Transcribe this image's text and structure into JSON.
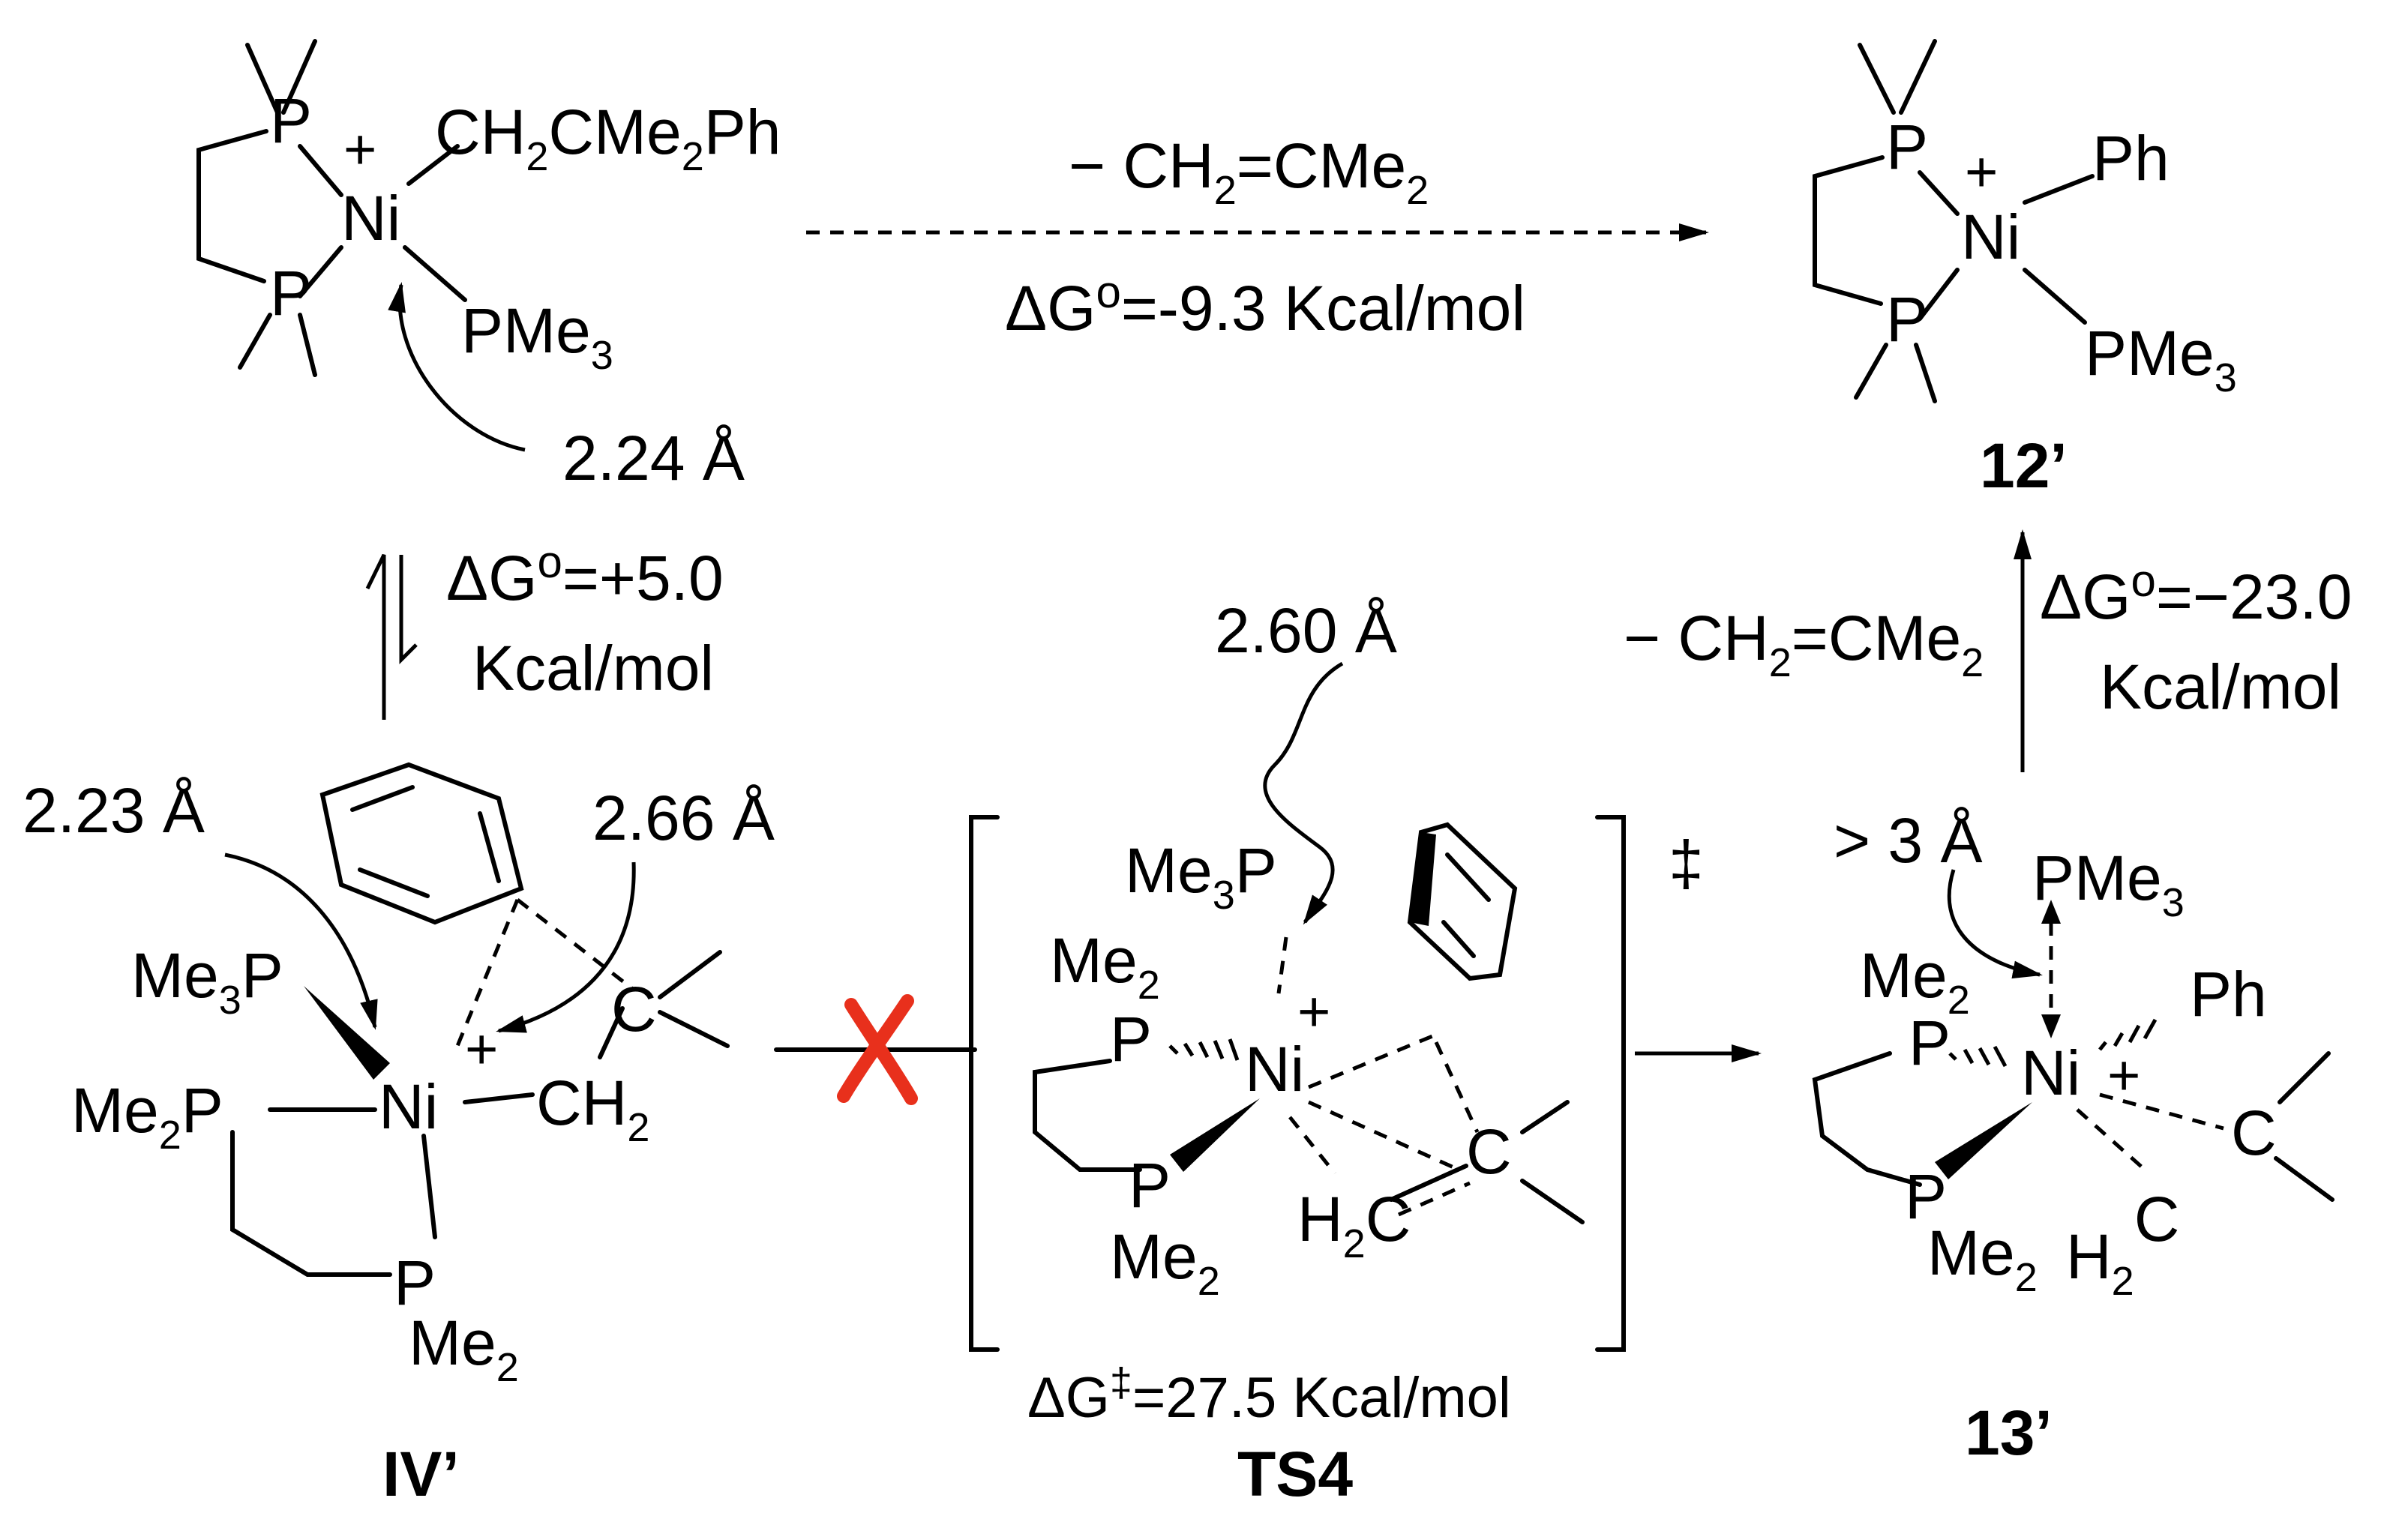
{
  "colors": {
    "ink": "#000000",
    "forbidden_mark": "#e8301c"
  },
  "compound_top_left": {
    "P": "P",
    "Ni": "Ni",
    "charge": "+",
    "alkyl": "CH",
    "alkyl_sub": "2",
    "alkyl_rest": "CMe",
    "alkyl_sub2": "2",
    "alkyl_end": "Ph",
    "pme3": "PMe",
    "pme3_sub": "3",
    "distance": "2.24 Å"
  },
  "top_arrow": {
    "loss": "− CH",
    "loss_sub": "2",
    "loss_rest": "=CMe",
    "loss_sub2": "2",
    "energy": "ΔG",
    "energy_sup": "o",
    "energy_rest": "=-9.3 Kcal/mol"
  },
  "compound_12": {
    "P": "P",
    "Ni": "Ni",
    "charge": "+",
    "ph": "Ph",
    "pme3": "PMe",
    "pme3_sub": "3",
    "label": "12’"
  },
  "left_equilibrium": {
    "energy": "ΔG",
    "energy_sup": "o",
    "energy_rest": "=+5.0",
    "unit": "Kcal/mol"
  },
  "right_step": {
    "loss": "− CH",
    "loss_sub": "2",
    "loss_rest": "=CMe",
    "loss_sub2": "2",
    "energy": "ΔG",
    "energy_sup": "o",
    "energy_rest": "=−23.0",
    "unit": "Kcal/mol"
  },
  "compound_IV": {
    "d1": "2.23 Å",
    "d2": "2.66 Å",
    "me3p": "Me",
    "me3p_sub": "3",
    "me3p_end": "P",
    "ni": "Ni",
    "charge": "+",
    "me2p": "Me",
    "me2p_sub": "2",
    "me2p_end": "P",
    "c": "C",
    "ch2": "CH",
    "ch2_sub": "2",
    "p_low": "P",
    "me2_low": "Me",
    "me2_low_sub": "2",
    "label": "IV’"
  },
  "compound_TS4": {
    "distance": "2.60 Å",
    "dagger": "‡",
    "me3p": "Me",
    "me3p_sub": "3",
    "me3p_end": "P",
    "me2_top": "Me",
    "me2_top_sub": "2",
    "p_top": "P",
    "ni": "Ni",
    "charge": "+",
    "p_low": "P",
    "me2_low": "Me",
    "me2_low_sub": "2",
    "c": "C",
    "h2c": "H",
    "h2c_sub": "2",
    "h2c_end": "C",
    "energy": "ΔG",
    "energy_sup": "‡",
    "energy_rest": "=27.5 Kcal/mol",
    "label": "TS4"
  },
  "compound_13": {
    "distance": "> 3 Å",
    "pme3": "PMe",
    "pme3_sub": "3",
    "me2_top": "Me",
    "me2_top_sub": "2",
    "p_top": "P",
    "ni": "Ni",
    "charge": "+",
    "ph": "Ph",
    "c": "C",
    "p_low": "P",
    "me2_low": "Me",
    "me2_low_sub": "2",
    "h2c": "H",
    "h2c_sub": "2",
    "h2c_end": "C",
    "label": "13’"
  }
}
